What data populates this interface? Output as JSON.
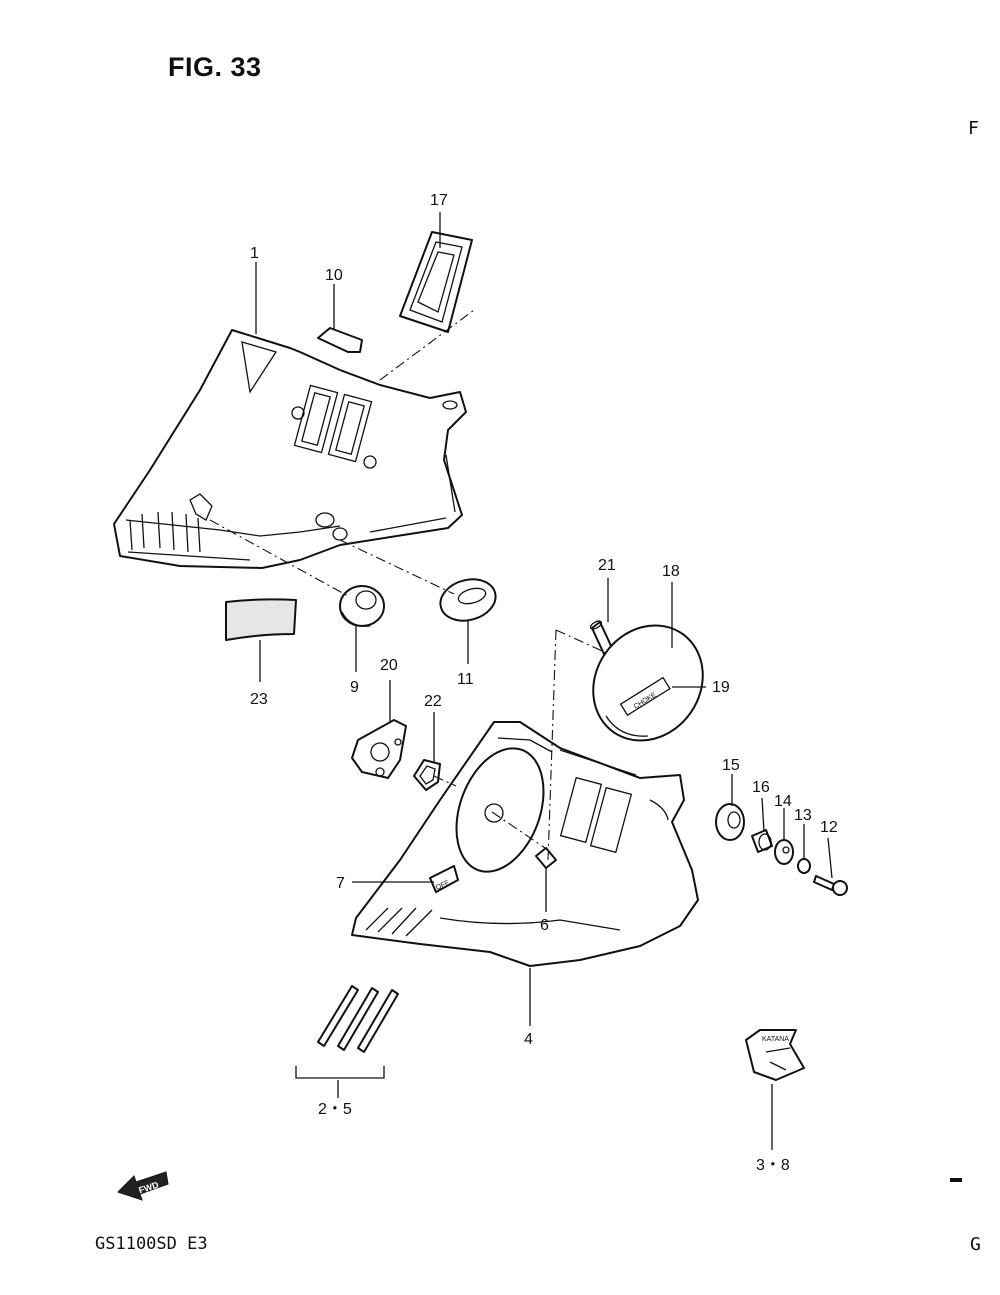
{
  "figure": {
    "title": "FIG. 33"
  },
  "footer": {
    "model": "GS1100SD E3",
    "fwd_label": "FWD"
  },
  "edge_marks": {
    "top_right": "F",
    "bottom_right": "G"
  },
  "part_labels": {
    "p1": "1",
    "p2_5": "2・5",
    "p3_8": "3・8",
    "p4": "4",
    "p6": "6",
    "p7": "7",
    "p9": "9",
    "p10": "10",
    "p11": "11",
    "p12": "12",
    "p13": "13",
    "p14": "14",
    "p15": "15",
    "p16": "16",
    "p17": "17",
    "p18": "18",
    "p19": "19",
    "p20": "20",
    "p21": "21",
    "p22": "22",
    "p23": "23"
  },
  "part_markings": {
    "off_label": "OFF",
    "choke_label": "CHOKE",
    "emblem_text": "KATANA"
  }
}
